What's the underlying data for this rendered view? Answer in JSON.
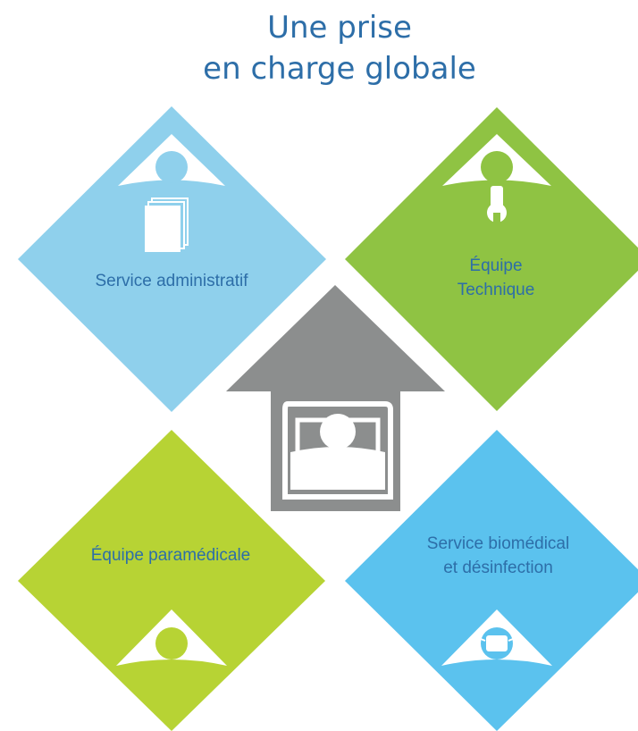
{
  "title": {
    "line1": "Une prise",
    "line2": "en charge globale"
  },
  "colors": {
    "title": "#2d6ea8",
    "admin": "#8fd0ec",
    "technique": "#8fc343",
    "paramedical": "#b7d334",
    "biomedical": "#5bc2ee",
    "house": "#8c8e8e",
    "label_blue": "#2d6ea8"
  },
  "services": {
    "admin": {
      "label": "Service administratif",
      "icon": "documents-icon"
    },
    "technique": {
      "line1": "Équipe",
      "line2": "Technique",
      "icon": "wrench-icon"
    },
    "paramedical": {
      "label": "Équipe paramédicale",
      "icon": "person-icon"
    },
    "biomedical": {
      "line1": "Service biomédical",
      "line2": "et désinfection",
      "icon": "mask-icon"
    }
  },
  "center": {
    "icon": "patient-bed-icon"
  }
}
